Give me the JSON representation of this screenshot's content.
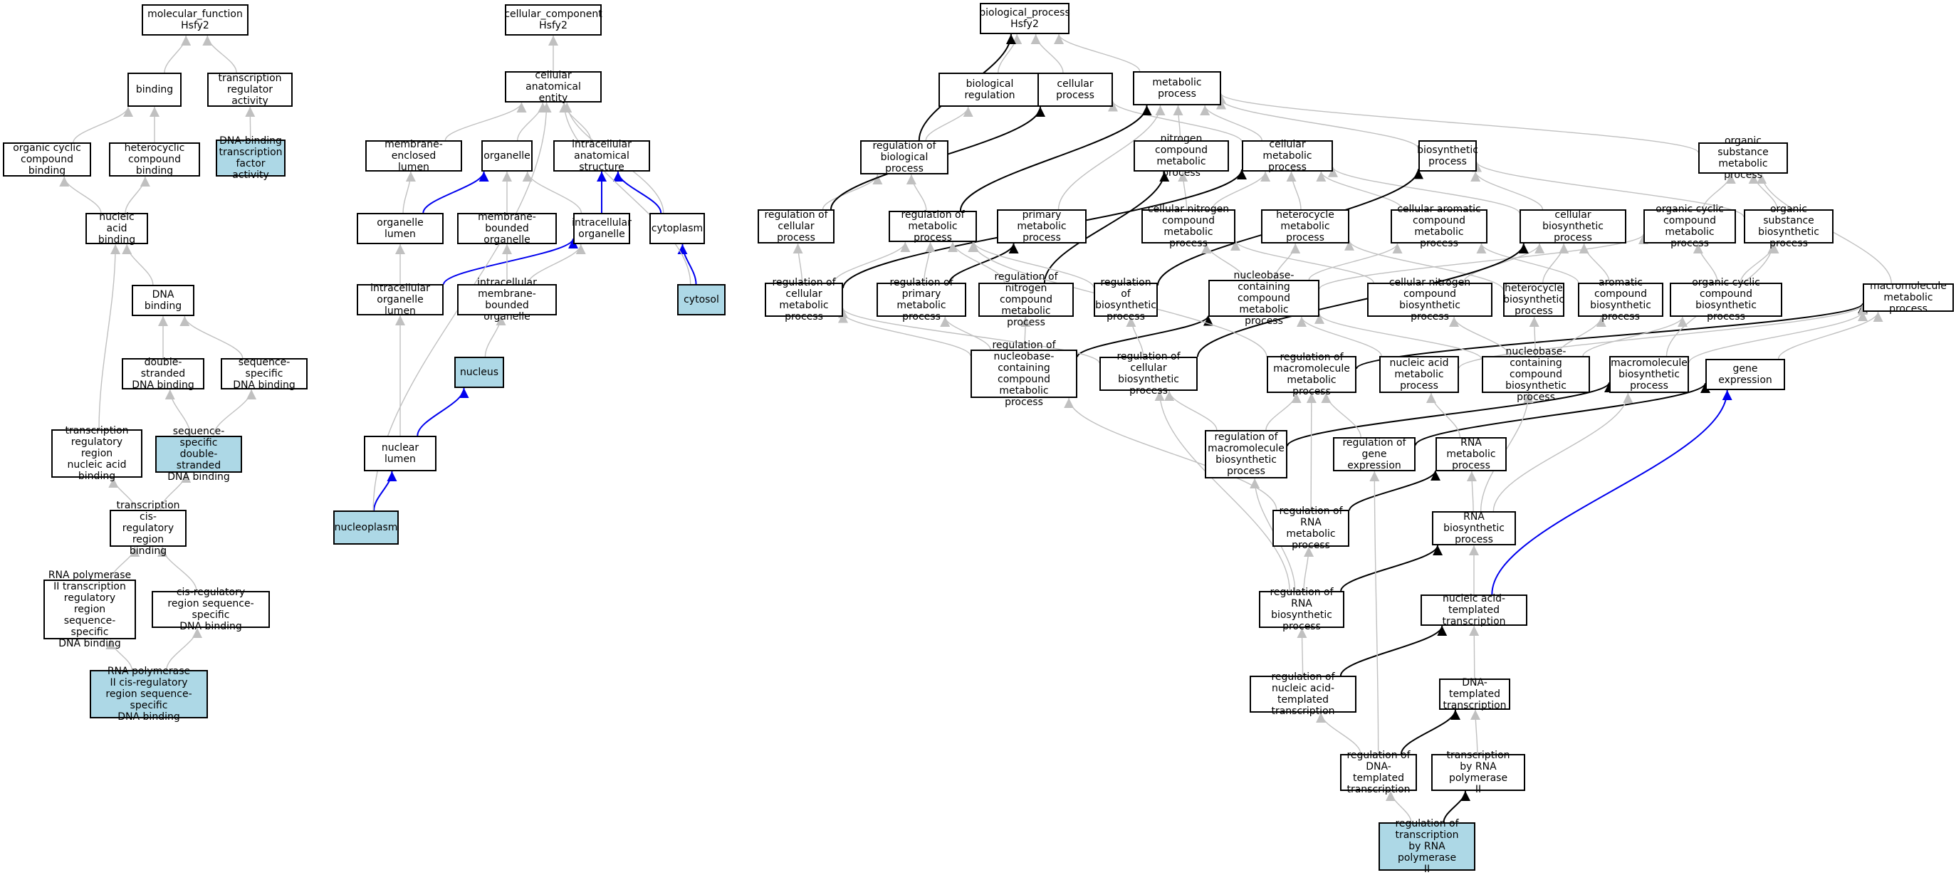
{
  "colors": {
    "default_edge": "#c0c0c0",
    "part_of_edge": "#0000ee",
    "regulates_edge": "#000000",
    "highlight_fill": "#add8e6"
  },
  "nodes": {
    "mf": {
      "label": "molecular_function\nHsfy2"
    },
    "binding": {
      "label": "binding"
    },
    "tra": {
      "label": "transcription\nregulator activity"
    },
    "ocb": {
      "label": "organic cyclic\ncompound binding"
    },
    "hcb": {
      "label": "heterocyclic\ncompound binding"
    },
    "dbtf": {
      "label": "DNA-binding\ntranscription\nfactor activity",
      "highlighted": true
    },
    "nab": {
      "label": "nucleic acid\nbinding"
    },
    "dnab": {
      "label": "DNA binding"
    },
    "dsdb": {
      "label": "double-stranded\nDNA binding"
    },
    "ssdb": {
      "label": "sequence-specific\nDNA binding"
    },
    "trrnab": {
      "label": "transcription\nregulatory region\nnucleic acid\nbinding"
    },
    "ssdsdb": {
      "label": "sequence-specific\ndouble-stranded\nDNA binding",
      "highlighted": true
    },
    "tcrrb": {
      "label": "transcription\ncis-regulatory\nregion binding"
    },
    "rp2trr": {
      "label": "RNA polymerase\nII transcription\nregulatory region\nsequence-specific\nDNA binding"
    },
    "crrss": {
      "label": "cis-regulatory\nregion sequence-specific\nDNA binding"
    },
    "rp2crr": {
      "label": "RNA polymerase\nII cis-regulatory\nregion sequence-specific\nDNA binding",
      "highlighted": true
    },
    "cc": {
      "label": "cellular_component\nHsfy2"
    },
    "cae": {
      "label": "cellular anatomical\nentity"
    },
    "mel": {
      "label": "membrane-enclosed\nlumen"
    },
    "organelle": {
      "label": "organelle"
    },
    "ias": {
      "label": "intracellular\nanatomical structure"
    },
    "ol": {
      "label": "organelle lumen"
    },
    "mbo": {
      "label": "membrane-bounded\norganelle"
    },
    "io": {
      "label": "intracellular\norganelle"
    },
    "cytoplasm": {
      "label": "cytoplasm"
    },
    "iol": {
      "label": "intracellular\norganelle lumen"
    },
    "imbo": {
      "label": "intracellular\nmembrane-bounded\norganelle"
    },
    "cytosol": {
      "label": "cytosol",
      "highlighted": true
    },
    "nucleus": {
      "label": "nucleus",
      "highlighted": true
    },
    "nl": {
      "label": "nuclear lumen"
    },
    "nucleoplasm": {
      "label": "nucleoplasm",
      "highlighted": true
    },
    "bp": {
      "label": "biological_process\nHsfy2"
    },
    "breg": {
      "label": "biological regulation"
    },
    "cp": {
      "label": "cellular process"
    },
    "mp": {
      "label": "metabolic process"
    },
    "rbp": {
      "label": "regulation of\nbiological process"
    },
    "ncmp": {
      "label": "nitrogen compound\nmetabolic process"
    },
    "cmp": {
      "label": "cellular metabolic\nprocess"
    },
    "bsp": {
      "label": "biosynthetic\nprocess"
    },
    "osmp": {
      "label": "organic substance\nmetabolic process"
    },
    "rcp": {
      "label": "regulation of\ncellular process"
    },
    "rmp": {
      "label": "regulation of\nmetabolic process"
    },
    "pmp": {
      "label": "primary metabolic\nprocess"
    },
    "cncmp": {
      "label": "cellular nitrogen\ncompound metabolic\nprocess"
    },
    "hmp": {
      "label": "heterocycle\nmetabolic process"
    },
    "cacmp": {
      "label": "cellular aromatic\ncompound metabolic\nprocess"
    },
    "cbp": {
      "label": "cellular biosynthetic\nprocess"
    },
    "occmp": {
      "label": "organic cyclic\ncompound metabolic\nprocess"
    },
    "osbp": {
      "label": "organic substance\nbiosynthetic\nprocess"
    },
    "rcmp": {
      "label": "regulation of\ncellular metabolic\nprocess"
    },
    "rpmp": {
      "label": "regulation of\nprimary metabolic\nprocess"
    },
    "rncmp": {
      "label": "regulation of\nnitrogen compound\nmetabolic process"
    },
    "rbsp": {
      "label": "regulation of\nbiosynthetic\nprocess"
    },
    "nbcmp": {
      "label": "nucleobase-containing\ncompound metabolic\nprocess"
    },
    "cncbp": {
      "label": "cellular nitrogen\ncompound biosynthetic\nprocess"
    },
    "hbp": {
      "label": "heterocycle\nbiosynthetic\nprocess"
    },
    "acbp": {
      "label": "aromatic compound\nbiosynthetic\nprocess"
    },
    "occbp": {
      "label": "organic cyclic\ncompound biosynthetic\nprocess"
    },
    "mmp": {
      "label": "macromolecule\nmetabolic process"
    },
    "rnbcmp": {
      "label": "regulation of\nnucleobase-containing\ncompound metabolic\nprocess"
    },
    "rcbp": {
      "label": "regulation of\ncellular biosynthetic\nprocess"
    },
    "rmmp": {
      "label": "regulation of\nmacromolecule\nmetabolic process"
    },
    "namp": {
      "label": "nucleic acid\nmetabolic process"
    },
    "nbcbp": {
      "label": "nucleobase-containing\ncompound biosynthetic\nprocess"
    },
    "mbp": {
      "label": "macromolecule\nbiosynthetic\nprocess"
    },
    "ge": {
      "label": "gene expression"
    },
    "rmbp": {
      "label": "regulation of\nmacromolecule\nbiosynthetic\nprocess"
    },
    "rge": {
      "label": "regulation of\ngene expression"
    },
    "rnamp": {
      "label": "RNA metabolic\nprocess"
    },
    "rrnamp": {
      "label": "regulation of\nRNA metabolic\nprocess"
    },
    "rnabp": {
      "label": "RNA biosynthetic\nprocess"
    },
    "rrnabp": {
      "label": "regulation of\nRNA biosynthetic\nprocess"
    },
    "natt": {
      "label": "nucleic acid-templated\ntranscription"
    },
    "rnatt": {
      "label": "regulation of\nnucleic acid-templated\ntranscription"
    },
    "dtt": {
      "label": "DNA-templated\ntranscription"
    },
    "rdtt": {
      "label": "regulation of\nDNA-templated\ntranscription"
    },
    "trp2": {
      "label": "transcription\nby RNA polymerase\nII"
    },
    "rtrp2": {
      "label": "regulation of\ntranscription\nby RNA polymerase\nII",
      "highlighted": true
    }
  },
  "edges": [
    {
      "from": "binding",
      "to": "mf",
      "type": "is_a"
    },
    {
      "from": "tra",
      "to": "mf",
      "type": "is_a"
    },
    {
      "from": "ocb",
      "to": "binding",
      "type": "is_a"
    },
    {
      "from": "hcb",
      "to": "binding",
      "type": "is_a"
    },
    {
      "from": "dbtf",
      "to": "tra",
      "type": "is_a"
    },
    {
      "from": "nab",
      "to": "ocb",
      "type": "is_a"
    },
    {
      "from": "nab",
      "to": "hcb",
      "type": "is_a"
    },
    {
      "from": "dnab",
      "to": "nab",
      "type": "is_a"
    },
    {
      "from": "dsdb",
      "to": "dnab",
      "type": "is_a"
    },
    {
      "from": "ssdb",
      "to": "dnab",
      "type": "is_a"
    },
    {
      "from": "trrnab",
      "to": "nab",
      "type": "is_a"
    },
    {
      "from": "ssdsdb",
      "to": "dsdb",
      "type": "is_a"
    },
    {
      "from": "ssdsdb",
      "to": "ssdb",
      "type": "is_a"
    },
    {
      "from": "tcrrb",
      "to": "trrnab",
      "type": "is_a"
    },
    {
      "from": "tcrrb",
      "to": "ssdsdb",
      "type": "is_a"
    },
    {
      "from": "rp2trr",
      "to": "tcrrb",
      "type": "is_a"
    },
    {
      "from": "crrss",
      "to": "tcrrb",
      "type": "is_a"
    },
    {
      "from": "rp2crr",
      "to": "rp2trr",
      "type": "is_a"
    },
    {
      "from": "rp2crr",
      "to": "crrss",
      "type": "is_a"
    },
    {
      "from": "cae",
      "to": "cc",
      "type": "is_a"
    },
    {
      "from": "mel",
      "to": "cae",
      "type": "is_a"
    },
    {
      "from": "organelle",
      "to": "cae",
      "type": "is_a"
    },
    {
      "from": "ias",
      "to": "cae",
      "type": "is_a"
    },
    {
      "from": "cytoplasm",
      "to": "cae",
      "type": "is_a"
    },
    {
      "from": "ol",
      "to": "mel",
      "type": "is_a"
    },
    {
      "from": "ol",
      "to": "organelle",
      "type": "part_of"
    },
    {
      "from": "mbo",
      "to": "organelle",
      "type": "is_a"
    },
    {
      "from": "io",
      "to": "organelle",
      "type": "is_a"
    },
    {
      "from": "io",
      "to": "ias",
      "type": "part_of"
    },
    {
      "from": "cytoplasm",
      "to": "ias",
      "type": "part_of"
    },
    {
      "from": "iol",
      "to": "ol",
      "type": "is_a"
    },
    {
      "from": "iol",
      "to": "io",
      "type": "part_of"
    },
    {
      "from": "imbo",
      "to": "mbo",
      "type": "is_a"
    },
    {
      "from": "imbo",
      "to": "io",
      "type": "is_a"
    },
    {
      "from": "cytosol",
      "to": "cytoplasm",
      "type": "part_of"
    },
    {
      "from": "cytosol",
      "to": "cae",
      "type": "is_a"
    },
    {
      "from": "nucleus",
      "to": "imbo",
      "type": "is_a"
    },
    {
      "from": "nl",
      "to": "iol",
      "type": "is_a"
    },
    {
      "from": "nl",
      "to": "nucleus",
      "type": "part_of"
    },
    {
      "from": "nucleoplasm",
      "to": "nl",
      "type": "part_of"
    },
    {
      "from": "nucleoplasm",
      "to": "cae",
      "type": "is_a"
    },
    {
      "from": "breg",
      "to": "bp",
      "type": "is_a"
    },
    {
      "from": "cp",
      "to": "bp",
      "type": "is_a"
    },
    {
      "from": "mp",
      "to": "bp",
      "type": "is_a"
    },
    {
      "from": "rbp",
      "to": "breg",
      "type": "is_a"
    },
    {
      "from": "rbp",
      "to": "bp",
      "type": "regulates"
    },
    {
      "from": "ncmp",
      "to": "mp",
      "type": "is_a"
    },
    {
      "from": "cmp",
      "to": "mp",
      "type": "is_a"
    },
    {
      "from": "cmp",
      "to": "cp",
      "type": "is_a"
    },
    {
      "from": "osmp",
      "to": "mp",
      "type": "is_a"
    },
    {
      "from": "bsp",
      "to": "mp",
      "type": "is_a"
    },
    {
      "from": "rcp",
      "to": "rbp",
      "type": "is_a"
    },
    {
      "from": "rcp",
      "to": "cp",
      "type": "regulates"
    },
    {
      "from": "rmp",
      "to": "rbp",
      "type": "is_a"
    },
    {
      "from": "rmp",
      "to": "mp",
      "type": "regulates"
    },
    {
      "from": "pmp",
      "to": "mp",
      "type": "is_a"
    },
    {
      "from": "cncmp",
      "to": "ncmp",
      "type": "is_a"
    },
    {
      "from": "cncmp",
      "to": "cmp",
      "type": "is_a"
    },
    {
      "from": "hmp",
      "to": "cmp",
      "type": "is_a"
    },
    {
      "from": "cacmp",
      "to": "cmp",
      "type": "is_a"
    },
    {
      "from": "cbp",
      "to": "bsp",
      "type": "is_a"
    },
    {
      "from": "cbp",
      "to": "cmp",
      "type": "is_a"
    },
    {
      "from": "occmp",
      "to": "osmp",
      "type": "is_a"
    },
    {
      "from": "osbp",
      "to": "osmp",
      "type": "is_a"
    },
    {
      "from": "osbp",
      "to": "bsp",
      "type": "is_a"
    },
    {
      "from": "rcmp",
      "to": "rcp",
      "type": "is_a"
    },
    {
      "from": "rcmp",
      "to": "rmp",
      "type": "is_a"
    },
    {
      "from": "rcmp",
      "to": "cmp",
      "type": "regulates"
    },
    {
      "from": "rpmp",
      "to": "rmp",
      "type": "is_a"
    },
    {
      "from": "rpmp",
      "to": "pmp",
      "type": "regulates"
    },
    {
      "from": "rncmp",
      "to": "rmp",
      "type": "is_a"
    },
    {
      "from": "rncmp",
      "to": "ncmp",
      "type": "regulates"
    },
    {
      "from": "rbsp",
      "to": "rmp",
      "type": "is_a"
    },
    {
      "from": "rbsp",
      "to": "bsp",
      "type": "regulates"
    },
    {
      "from": "nbcmp",
      "to": "cncmp",
      "type": "is_a"
    },
    {
      "from": "nbcmp",
      "to": "hmp",
      "type": "is_a"
    },
    {
      "from": "nbcmp",
      "to": "cacmp",
      "type": "is_a"
    },
    {
      "from": "nbcmp",
      "to": "occmp",
      "type": "is_a"
    },
    {
      "from": "cncbp",
      "to": "cncmp",
      "type": "is_a"
    },
    {
      "from": "cncbp",
      "to": "cbp",
      "type": "is_a"
    },
    {
      "from": "hbp",
      "to": "hmp",
      "type": "is_a"
    },
    {
      "from": "hbp",
      "to": "cbp",
      "type": "is_a"
    },
    {
      "from": "acbp",
      "to": "cacmp",
      "type": "is_a"
    },
    {
      "from": "acbp",
      "to": "cbp",
      "type": "is_a"
    },
    {
      "from": "occbp",
      "to": "occmp",
      "type": "is_a"
    },
    {
      "from": "occbp",
      "to": "osbp",
      "type": "is_a"
    },
    {
      "from": "mmp",
      "to": "osmp",
      "type": "is_a"
    },
    {
      "from": "rnbcmp",
      "to": "rcmp",
      "type": "is_a"
    },
    {
      "from": "rnbcmp",
      "to": "rpmp",
      "type": "is_a"
    },
    {
      "from": "rnbcmp",
      "to": "rncmp",
      "type": "is_a"
    },
    {
      "from": "rnbcmp",
      "to": "nbcmp",
      "type": "regulates"
    },
    {
      "from": "rcbp",
      "to": "rcmp",
      "type": "is_a"
    },
    {
      "from": "rcbp",
      "to": "rbsp",
      "type": "is_a"
    },
    {
      "from": "rcbp",
      "to": "cbp",
      "type": "regulates"
    },
    {
      "from": "rmmp",
      "to": "rmp",
      "type": "is_a"
    },
    {
      "from": "rmmp",
      "to": "mmp",
      "type": "regulates"
    },
    {
      "from": "namp",
      "to": "nbcmp",
      "type": "is_a"
    },
    {
      "from": "namp",
      "to": "mmp",
      "type": "is_a"
    },
    {
      "from": "nbcbp",
      "to": "nbcmp",
      "type": "is_a"
    },
    {
      "from": "nbcbp",
      "to": "cncbp",
      "type": "is_a"
    },
    {
      "from": "nbcbp",
      "to": "hbp",
      "type": "is_a"
    },
    {
      "from": "nbcbp",
      "to": "acbp",
      "type": "is_a"
    },
    {
      "from": "nbcbp",
      "to": "occbp",
      "type": "is_a"
    },
    {
      "from": "mbp",
      "to": "mmp",
      "type": "is_a"
    },
    {
      "from": "mbp",
      "to": "osbp",
      "type": "is_a"
    },
    {
      "from": "ge",
      "to": "mmp",
      "type": "is_a"
    },
    {
      "from": "rmbp",
      "to": "rmmp",
      "type": "is_a"
    },
    {
      "from": "rmbp",
      "to": "rcbp",
      "type": "is_a"
    },
    {
      "from": "rmbp",
      "to": "mbp",
      "type": "regulates"
    },
    {
      "from": "rge",
      "to": "rmmp",
      "type": "is_a"
    },
    {
      "from": "rge",
      "to": "ge",
      "type": "regulates"
    },
    {
      "from": "rnamp",
      "to": "namp",
      "type": "is_a"
    },
    {
      "from": "rrnamp",
      "to": "rmmp",
      "type": "is_a"
    },
    {
      "from": "rrnamp",
      "to": "rnamp",
      "type": "regulates"
    },
    {
      "from": "rrnamp",
      "to": "rnbcmp",
      "type": "is_a"
    },
    {
      "from": "rnabp",
      "to": "rnamp",
      "type": "is_a"
    },
    {
      "from": "rnabp",
      "to": "nbcbp",
      "type": "is_a"
    },
    {
      "from": "rnabp",
      "to": "mbp",
      "type": "is_a"
    },
    {
      "from": "rrnabp",
      "to": "rrnamp",
      "type": "is_a"
    },
    {
      "from": "rrnabp",
      "to": "rmbp",
      "type": "is_a"
    },
    {
      "from": "rrnabp",
      "to": "rcbp",
      "type": "is_a"
    },
    {
      "from": "rrnabp",
      "to": "rnabp",
      "type": "regulates"
    },
    {
      "from": "natt",
      "to": "rnabp",
      "type": "is_a"
    },
    {
      "from": "natt",
      "to": "ge",
      "type": "part_of"
    },
    {
      "from": "rnatt",
      "to": "rrnabp",
      "type": "is_a"
    },
    {
      "from": "rnatt",
      "to": "natt",
      "type": "regulates"
    },
    {
      "from": "dtt",
      "to": "natt",
      "type": "is_a"
    },
    {
      "from": "rdtt",
      "to": "rnatt",
      "type": "is_a"
    },
    {
      "from": "rdtt",
      "to": "dtt",
      "type": "regulates"
    },
    {
      "from": "rdtt",
      "to": "rge",
      "type": "is_a"
    },
    {
      "from": "trp2",
      "to": "dtt",
      "type": "is_a"
    },
    {
      "from": "rtrp2",
      "to": "rdtt",
      "type": "is_a"
    },
    {
      "from": "rtrp2",
      "to": "trp2",
      "type": "regulates"
    }
  ]
}
